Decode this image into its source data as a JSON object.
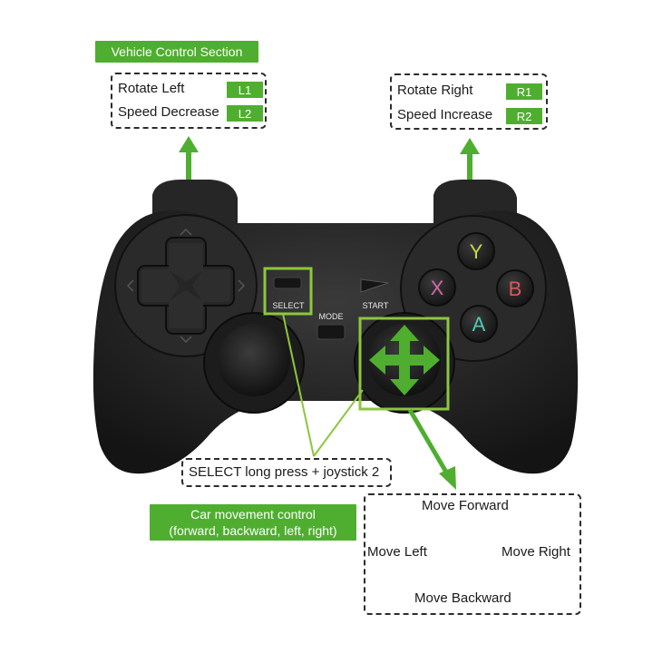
{
  "vehicle_section": {
    "title": "Vehicle Control Section",
    "rows": [
      {
        "label": "Rotate Left",
        "button": "L1"
      },
      {
        "label": "Speed Decrease",
        "button": "L2"
      }
    ]
  },
  "right_shoulder": {
    "rows": [
      {
        "label": "Rotate Right",
        "button": "R1"
      },
      {
        "label": "Speed Increase",
        "button": "R2"
      }
    ]
  },
  "controller": {
    "select_label": "SELECT",
    "mode_label": "MODE",
    "start_label": "START",
    "face_buttons": {
      "y": "Y",
      "x": "X",
      "b": "B",
      "a": "A"
    }
  },
  "select_combo_note": "SELECT long press + joystick 2",
  "car_movement": {
    "line1": "Car movement control",
    "line2": "(forward, backward, left, right)"
  },
  "movement_box": {
    "forward": "Move Forward",
    "left": "Move Left",
    "right": "Move Right",
    "backward": "Move Backward"
  },
  "colors": {
    "accent_green": "#4fae2f",
    "controller_body": "#1e1e1e",
    "y_button": "#c9d94a",
    "x_button": "#d46aa8",
    "b_button": "#e0565a",
    "a_button": "#4fc9b8"
  }
}
